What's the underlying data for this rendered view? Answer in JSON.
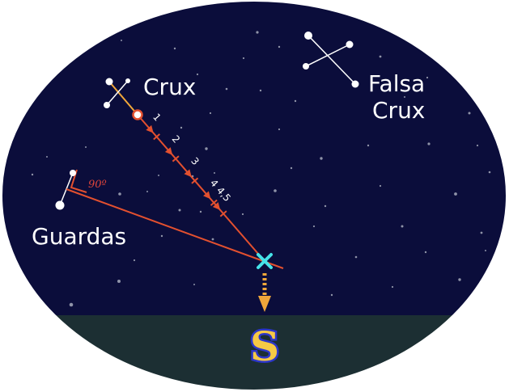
{
  "labels": {
    "crux": "Crux",
    "falsa_crux_line1": "Falsa",
    "falsa_crux_line2": "Crux",
    "guardas": "Guardas",
    "angle": "90º",
    "south": "S"
  },
  "distance_marks": [
    "1",
    "2",
    "3",
    "4",
    "4,5"
  ],
  "colors": {
    "sky": "#0b0d3b",
    "ground": "#1c2f33",
    "star": "#ffffff",
    "faint_star": "#8f93a8",
    "constellation_line": "#ffffff",
    "crux_axis": "#f0a73a",
    "guide_line": "#e3502f",
    "intersection_mark": "#46e3e8",
    "south_arrow": "#f0a73a",
    "south_letter": "#f6c945",
    "south_outline": "#2c36c8"
  },
  "icons": {
    "intersection": "cross-mark-icon",
    "direction": "down-arrow-icon",
    "cardinal": "south-letter-icon",
    "right_angle": "right-angle-icon"
  }
}
